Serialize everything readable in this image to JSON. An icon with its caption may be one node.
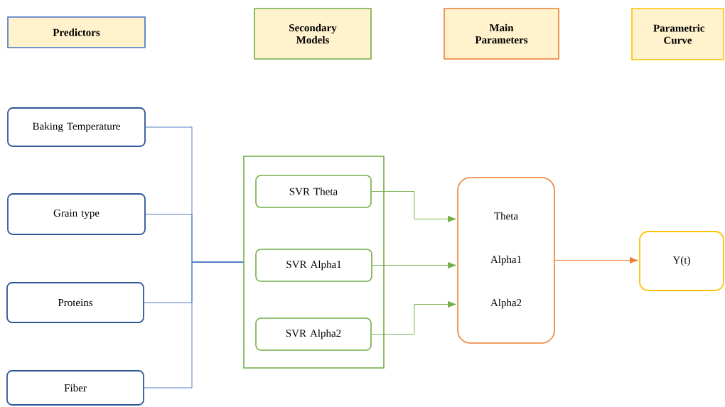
{
  "diagram": {
    "nodes": [
      {
        "text": [
          "Predictors"
        ]
      },
      {
        "text": [
          "Secondary Models"
        ]
      },
      {
        "text": [
          "Main Parameters"
        ]
      },
      {
        "text": [
          "Parametric Curve"
        ]
      },
      {
        "text": [
          "Baking Temperature"
        ]
      },
      {
        "text": [
          "Grain type"
        ]
      },
      {
        "text": [
          "Proteins"
        ]
      },
      {
        "text": [
          "Fiber"
        ]
      },
      {
        "text": [],
        "shape": "box"
      },
      {
        "text": [
          "SVR Theta"
        ],
        "in": 8
      },
      {
        "text": [
          "SVR Alpha1"
        ],
        "in": 8
      },
      {
        "text": [
          "SVR Alpha2"
        ],
        "in": 8
      },
      {
        "text": [
          "Theta",
          "Alpha1",
          "Alpha2"
        ]
      },
      {
        "text": [
          "Y(t)"
        ]
      }
    ],
    "edges": [
      {
        "from": 4,
        "to": 8,
        "arrow": "none"
      },
      {
        "from": 5,
        "to": 8,
        "arrow": "none"
      },
      {
        "from": 6,
        "to": 8,
        "arrow": "none"
      },
      {
        "from": 7,
        "to": 8,
        "arrow": "none"
      },
      {
        "from": 9,
        "to": 12,
        "arrow": "to",
        "color": "#70ad47"
      },
      {
        "from": 10,
        "to": 12,
        "arrow": "to",
        "color": "#70ad47"
      },
      {
        "from": 11,
        "to": 12,
        "arrow": "to",
        "color": "#70ad47"
      },
      {
        "from": 12,
        "to": 13,
        "arrow": "to",
        "color": "#ed7d31"
      }
    ]
  }
}
